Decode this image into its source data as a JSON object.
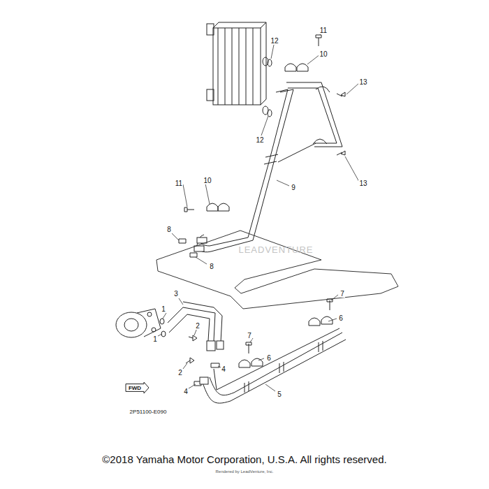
{
  "diagram": {
    "caption": "©2018 Yamaha Motor Corporation, U.S.A. All rights reserved.",
    "nodes": [
      {
        "text": [
          "FWD"
        ]
      }
    ],
    "edges": [],
    "labels": [
      "11",
      "12",
      "10",
      "13",
      "12",
      "13",
      "9",
      "11",
      "10",
      "8",
      "LEADVENTURE",
      "8",
      "3",
      "7",
      "1",
      "6",
      "2",
      "1",
      "7",
      "6",
      "2",
      "4",
      "4",
      "5",
      "2P51100-E090",
      "Rendered by LeadVenture, Inc."
    ]
  }
}
